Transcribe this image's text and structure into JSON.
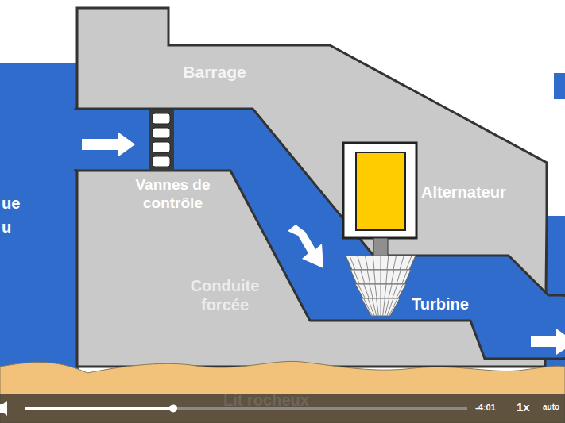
{
  "diagram": {
    "labels": [
      "Barrage",
      "Vannes de contrôle",
      "Conduite forcée",
      "Alternateur",
      "Turbine",
      "ue",
      "u",
      "Lit rocheux",
      "-4:01",
      "1x",
      "auto"
    ]
  }
}
